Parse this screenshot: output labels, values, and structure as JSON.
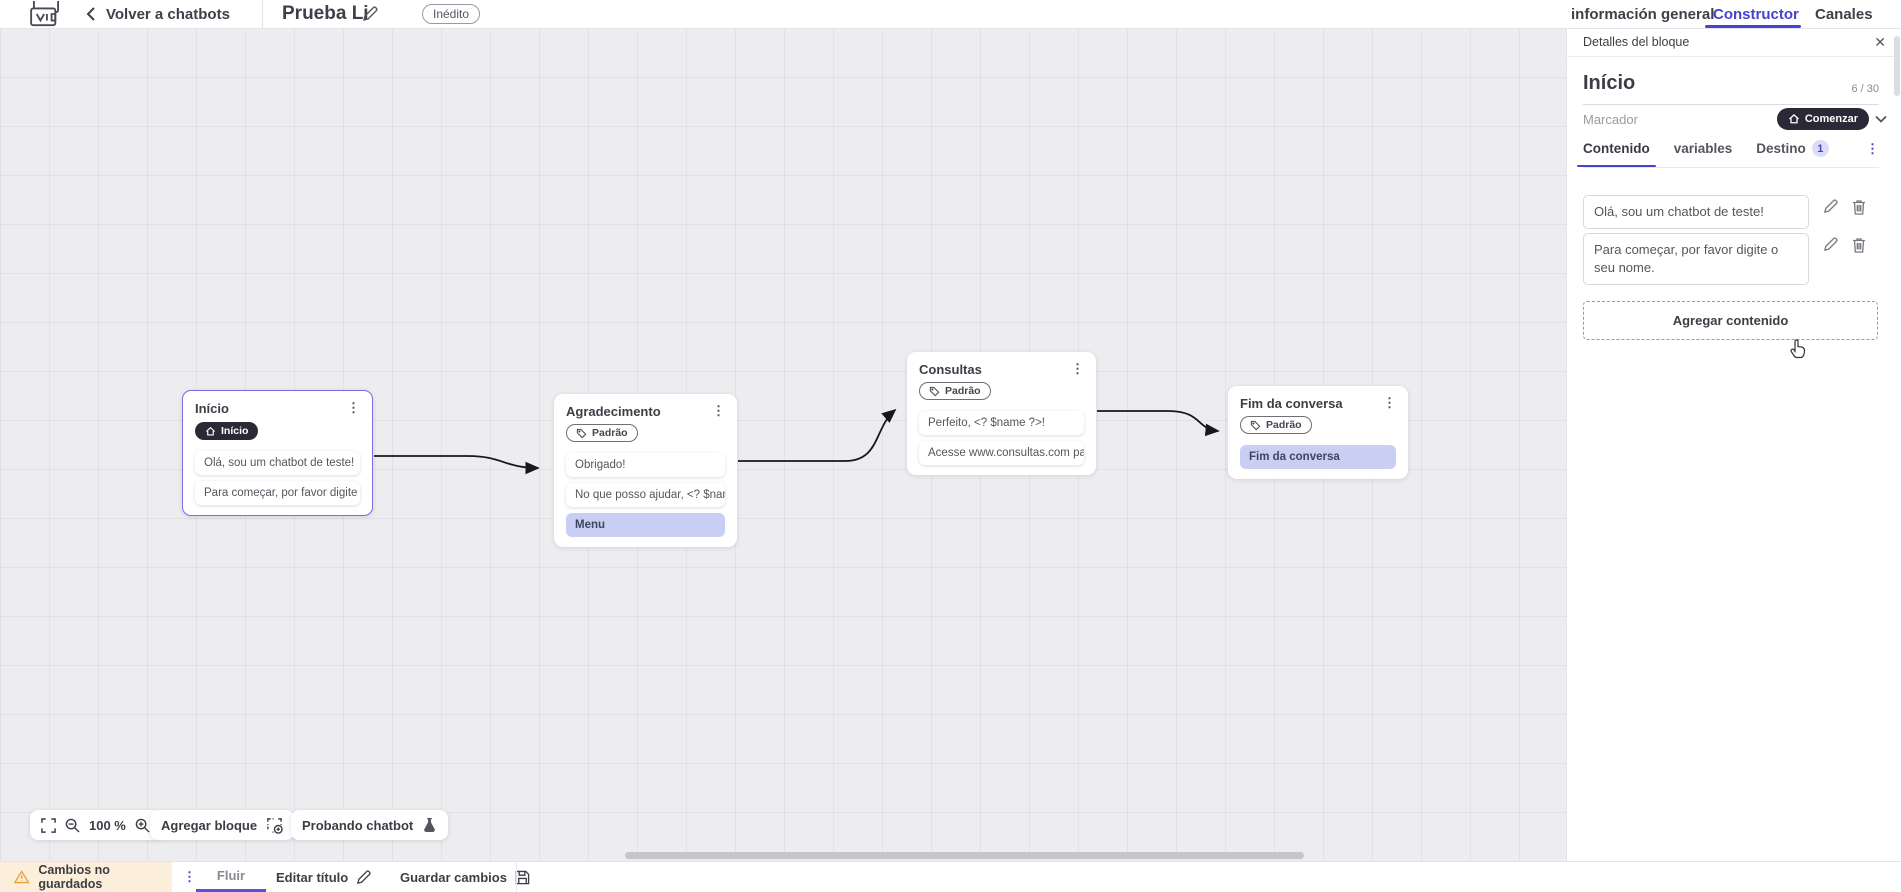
{
  "header": {
    "back_label": "Volver a chatbots",
    "title": "Prueba Li",
    "status_badge": "Inédito",
    "tabs": [
      {
        "label": "información general",
        "active": false
      },
      {
        "label": "Constructor",
        "active": true
      },
      {
        "label": "Canales",
        "active": false
      }
    ]
  },
  "canvas": {
    "zoom_level": "100 %",
    "add_block_label": "Agregar bloque",
    "test_chatbot_label": "Probando chatbot",
    "nodes": [
      {
        "title": "Início",
        "badge": "Início",
        "selected": true,
        "rows": [
          {
            "text": "Olá, sou um chatbot de teste!",
            "style": "plain"
          },
          {
            "text": "Para começar, por favor digite o ...",
            "style": "plain"
          }
        ]
      },
      {
        "title": "Agradecimento",
        "badge": "Padrão",
        "selected": false,
        "rows": [
          {
            "text": "Obrigado!",
            "style": "plain"
          },
          {
            "text": "No que posso ajudar, <? $name ...",
            "style": "plain"
          },
          {
            "text": "Menu",
            "style": "highlight"
          }
        ]
      },
      {
        "title": "Consultas",
        "badge": "Padrão",
        "selected": false,
        "rows": [
          {
            "text": "Perfeito, <? $name ?>!",
            "style": "plain"
          },
          {
            "text": "Acesse www.consultas.com par...",
            "style": "plain"
          }
        ]
      },
      {
        "title": "Fim da conversa",
        "badge": "Padrão",
        "selected": false,
        "rows": [
          {
            "text": "Fim da conversa",
            "style": "highlight"
          }
        ]
      }
    ]
  },
  "panel": {
    "header": "Detalles del bloque",
    "block_title": "Início",
    "counter": "6 / 30",
    "marker_label": "Marcador",
    "marker_value": "Comenzar",
    "tabs": [
      {
        "label": "Contenido",
        "active": true
      },
      {
        "label": "variables",
        "active": false
      },
      {
        "label": "Destino",
        "active": false,
        "badge": "1"
      }
    ],
    "contents": [
      "Olá, sou um chatbot de teste!",
      "Para começar, por favor digite o seu nome."
    ],
    "add_content_label": "Agregar contenido"
  },
  "footer": {
    "unsaved_label": "Cambios no guardados",
    "flow_tab": "Fluir",
    "edit_title_label": "Editar título",
    "save_label": "Guardar cambios"
  },
  "icons": {
    "kebab": "⋮",
    "close": "✕",
    "back": "‹"
  },
  "colors": {
    "accent": "#4643d3",
    "selected_node_border": "#7b6ee2",
    "highlight_row": "#c9cef3",
    "dark_badge": "#2b2935",
    "warning": "#e8a33d",
    "unsaved_bg": "#fbeeda"
  }
}
